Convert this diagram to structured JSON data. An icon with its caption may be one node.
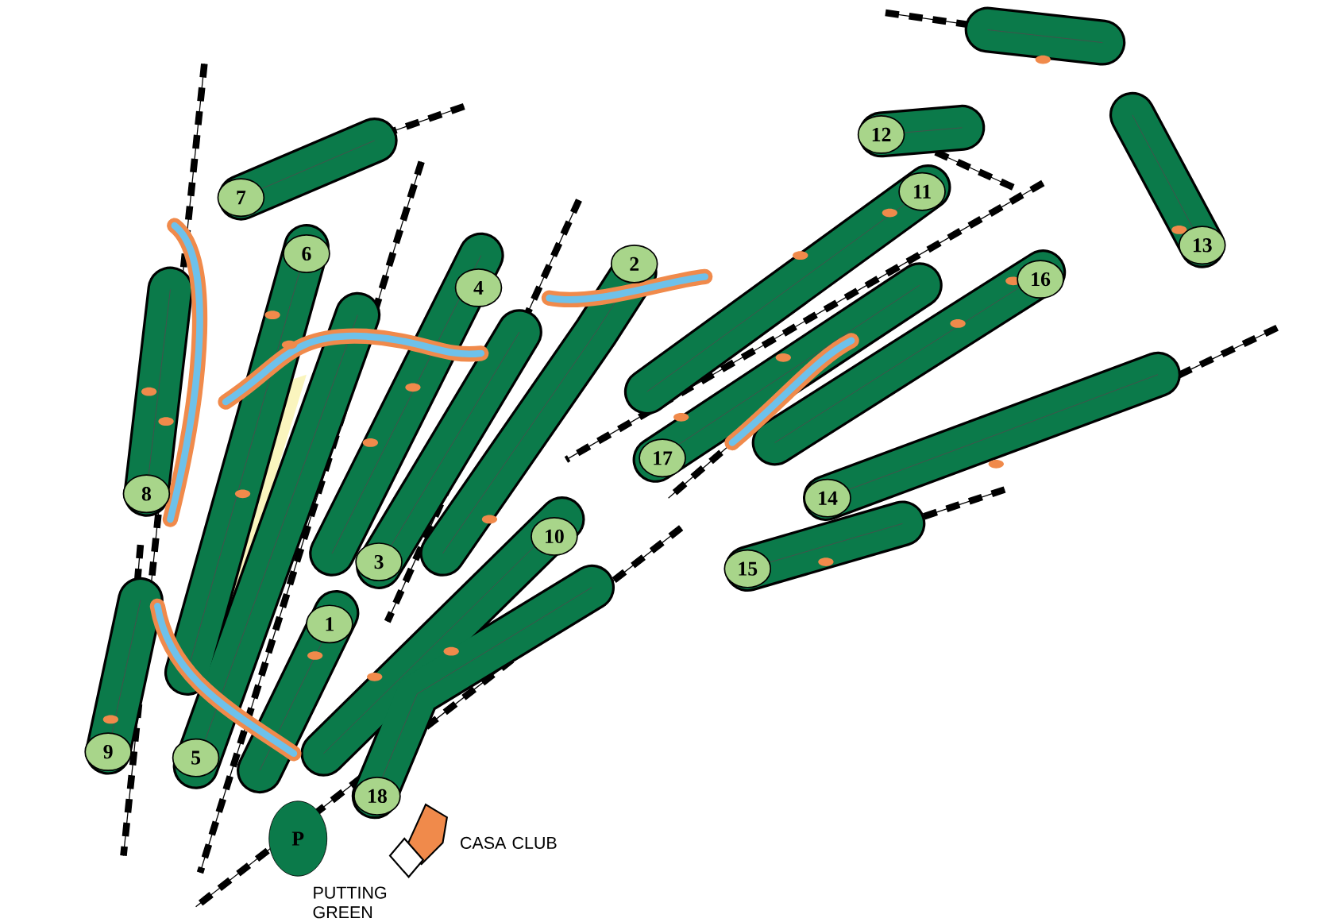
{
  "diagram": {
    "nodes": [
      {
        "text": [
          "1"
        ]
      },
      {
        "text": [
          "2"
        ]
      },
      {
        "text": [
          "3"
        ]
      },
      {
        "text": [
          "4"
        ]
      },
      {
        "text": [
          "5"
        ]
      },
      {
        "text": [
          "6"
        ]
      },
      {
        "text": [
          "7"
        ]
      },
      {
        "text": [
          "8"
        ]
      },
      {
        "text": [
          "9"
        ]
      },
      {
        "text": [
          "10"
        ]
      },
      {
        "text": [
          "11"
        ]
      },
      {
        "text": [
          "12"
        ]
      },
      {
        "text": [
          "13"
        ]
      },
      {
        "text": [
          "14"
        ]
      },
      {
        "text": [
          "15"
        ]
      },
      {
        "text": [
          "16"
        ]
      },
      {
        "text": [
          "17"
        ]
      },
      {
        "text": [
          "18"
        ]
      },
      {
        "text": [
          "P"
        ]
      }
    ],
    "labels": [
      "CASA CLUB",
      "PUTTING GREEN"
    ]
  }
}
